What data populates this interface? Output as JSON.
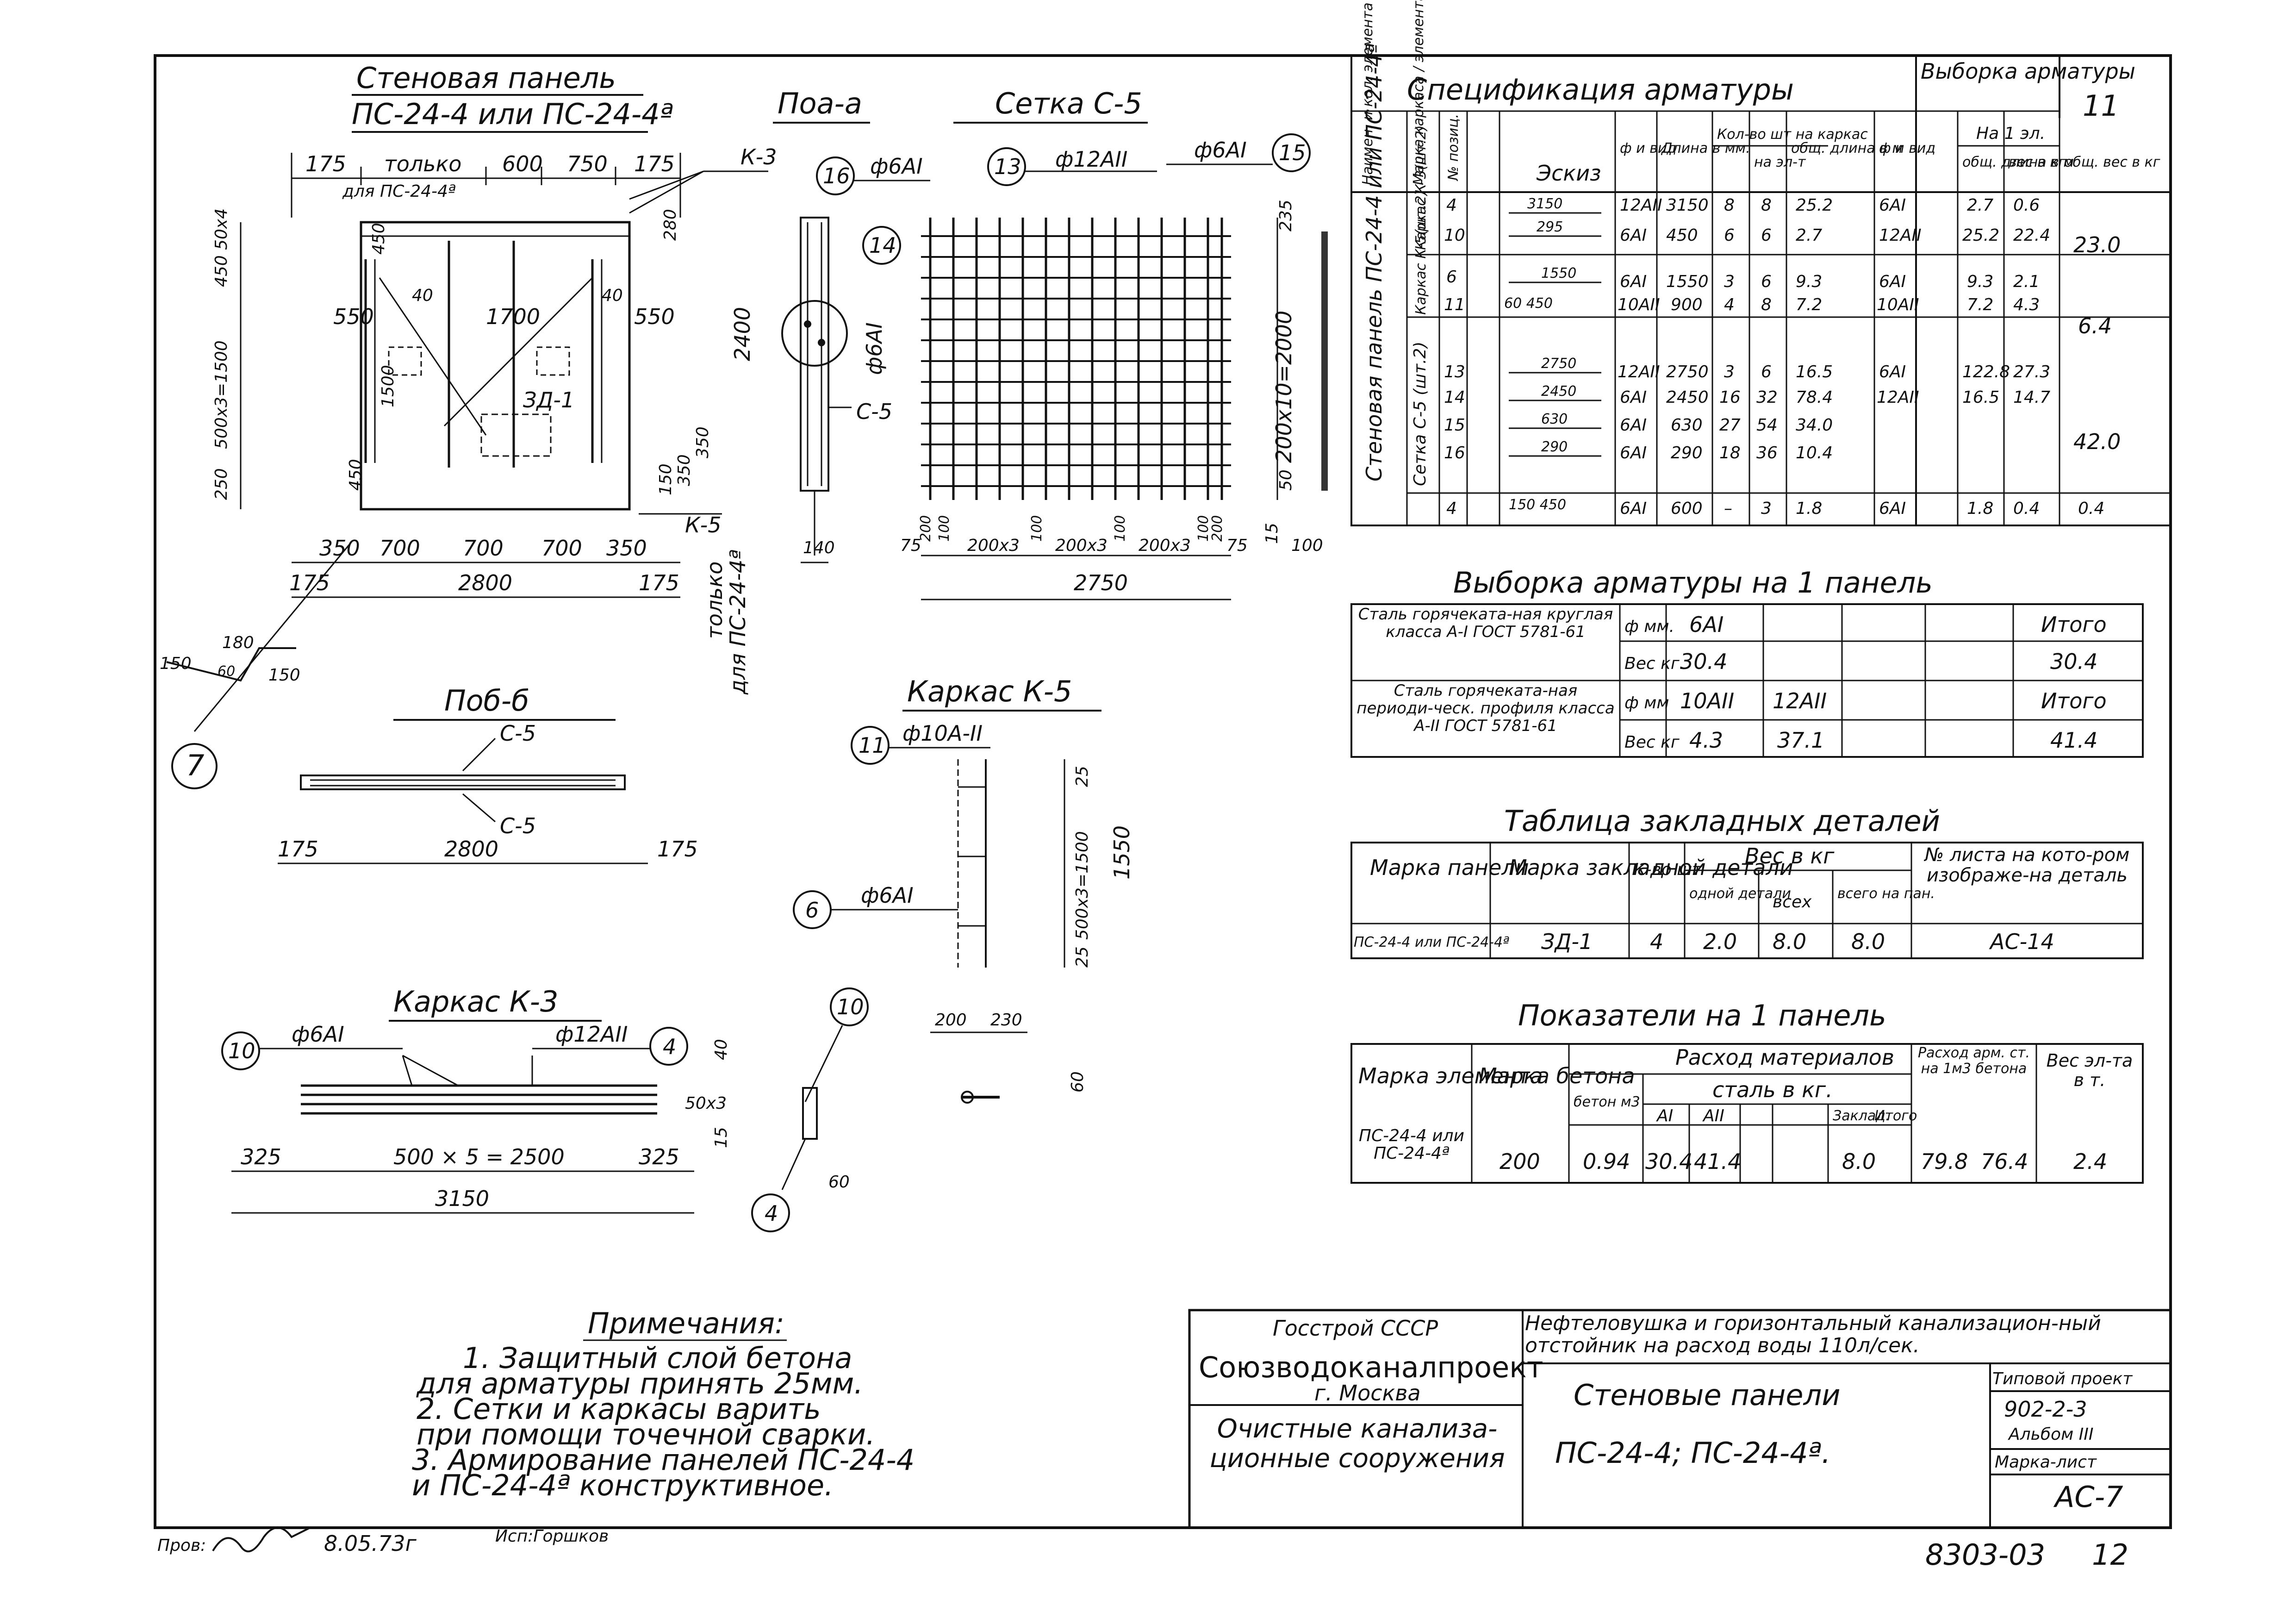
{
  "sheet": {
    "number_top": "11",
    "code_bottom": "8303-03",
    "page_bottom": "12",
    "signatures": [
      "Пров:",
      "8.05.73г",
      "Исп:Горшков"
    ]
  },
  "views": {
    "panel_title": "Стеновая панель",
    "panel_subtitle": "ПС-24-4 или ПС-24-4ª",
    "section_aa": "Поа-а",
    "mesh_title": "Сетка С-5",
    "section_bb": "Поб-б",
    "cage_k5": "Каркас К-5",
    "cage_k3": "Каркас К-3"
  },
  "panel_dims": {
    "top": [
      "175",
      "только",
      "600",
      "750",
      "175"
    ],
    "top_note": "для ПС-24-4ª",
    "inner": [
      "550",
      "1700",
      "550",
      "40",
      "40",
      "450",
      "450",
      "1500"
    ],
    "left": [
      "50x4",
      "450",
      "500x3=1500",
      "250"
    ],
    "bottom1": [
      "350",
      "700",
      "700",
      "700",
      "350"
    ],
    "bottom2": [
      "175",
      "2800",
      "175"
    ],
    "labels": [
      "К-3",
      "ЗД-1",
      "К-5",
      "280",
      "2400",
      "150",
      "350",
      "350",
      "только",
      "для ПС-24-4ª"
    ],
    "hook": [
      "150",
      "60",
      "180",
      "150"
    ],
    "marker": "7"
  },
  "mesh": {
    "markers": [
      "16",
      "13",
      "15",
      "14"
    ],
    "bars": [
      "ф6АI",
      "ф12АII",
      "ф6АI",
      "ф6АI"
    ],
    "right_dims": [
      "235",
      "200x10=2000",
      "50"
    ],
    "bottom_dims": [
      "75",
      "200",
      "100",
      "200x3",
      "100",
      "200x3",
      "100",
      "200x3",
      "100",
      "200",
      "75"
    ],
    "total": "2750",
    "side_dims": [
      "140",
      "15",
      "100"
    ],
    "label_c5": "С-5"
  },
  "section_b": {
    "labels": [
      "С-5",
      "С-5"
    ],
    "dims": [
      "175",
      "2800",
      "175"
    ]
  },
  "k5": {
    "markers": [
      "11",
      "6"
    ],
    "bars": [
      "ф10А-II",
      "ф6АI"
    ],
    "dims": [
      "25",
      "500x3=1500",
      "1550",
      "25",
      "200",
      "230",
      "60"
    ]
  },
  "k3": {
    "markers": [
      "10",
      "4",
      "10",
      "4"
    ],
    "bars": [
      "ф6АI",
      "ф12АII"
    ],
    "dims": [
      "325",
      "500 × 5 = 2500",
      "325",
      "3150",
      "40",
      "50x3",
      "15",
      "60"
    ]
  },
  "notes": {
    "title": "Примечания:",
    "lines": [
      "1. Защитный слой бетона",
      "для арматуры принять 25мм.",
      "2. Сетки и каркасы варить",
      "при помощи точечной сварки.",
      "3. Армирование панелей ПС-24-4",
      "и ПС-24-4ª конструктивное."
    ]
  },
  "spec": {
    "title": "Спецификация арматуры",
    "vyborka_header": "Выборка арматуры",
    "header": [
      "Наимен. и кол. элемента",
      "Марка каркаса / элемента",
      "№ позиц.",
      "Эскиз",
      "ф и вид",
      "Длина в мм.",
      "Кол-во шт на каркас",
      "на эл-т",
      "общ. длина в м",
      "ф и вид",
      "общ. длина в м",
      "вес в кг",
      "общ. вес в кг"
    ],
    "header_na1": "На 1 эл.",
    "group_left": "Стеновая панель ПС-24-4 или ПС-24-4ª",
    "groups": [
      "Каркас К-3(шт.2)",
      "Каркас К-5(шт.2)",
      "Сетка С-5 (шт.2)"
    ],
    "rows": [
      [
        "4",
        "3150",
        "12АII",
        "3150",
        "8",
        "8",
        "25.2",
        "6АI",
        "2.7",
        "0.6"
      ],
      [
        "10",
        "295",
        "6АI",
        "450",
        "6",
        "6",
        "2.7",
        "12АII",
        "25.2",
        "22.4"
      ],
      [
        "6",
        "1550",
        "6АI",
        "1550",
        "3",
        "6",
        "9.3",
        "6АI",
        "9.3",
        "2.1"
      ],
      [
        "11",
        "60 450",
        "10АII",
        "900",
        "4",
        "8",
        "7.2",
        "10АII",
        "7.2",
        "4.3"
      ],
      [
        "13",
        "2750",
        "12АII",
        "2750",
        "3",
        "6",
        "16.5",
        "6АI",
        "122.8",
        "27.3"
      ],
      [
        "14",
        "2450",
        "6АI",
        "2450",
        "16",
        "32",
        "78.4",
        "12АII",
        "16.5",
        "14.7"
      ],
      [
        "15",
        "630",
        "6АI",
        "630",
        "27",
        "54",
        "34.0",
        "",
        "",
        ""
      ],
      [
        "16",
        "290",
        "6АI",
        "290",
        "18",
        "36",
        "10.4",
        "",
        "",
        ""
      ],
      [
        "4",
        "150 450",
        "6АI",
        "600",
        "–",
        "3",
        "1.8",
        "6АI",
        "1.8",
        "0.4"
      ]
    ],
    "totals": [
      "23.0",
      "6.4",
      "42.0",
      "0.4"
    ]
  },
  "vyborka": {
    "title": "Выборка арматуры на 1 панель",
    "rows": [
      [
        "Сталь горячеката-ная круглая класса А-I ГОСТ 5781-61",
        "ф мм.",
        "6АI",
        "",
        "Итого"
      ],
      [
        "",
        "Вес кг.",
        "30.4",
        "",
        "30.4"
      ],
      [
        "Сталь горячеката-ная периоди-ческ. профиля класса А-II ГОСТ 5781-61",
        "ф мм",
        "10АII",
        "12АII",
        "Итого"
      ],
      [
        "",
        "Вес кг",
        "4.3",
        "37.1",
        "41.4"
      ]
    ]
  },
  "zakladnye": {
    "title": "Таблица закладных деталей",
    "header": [
      "Марка панели",
      "Марка закладной детали",
      "К-во шт",
      "Вес в кг",
      "одной детали",
      "всех",
      "всего на пан.",
      "№ листа на кото-ром изображе-на деталь"
    ],
    "row": [
      "ПС-24-4 или ПС-24-4ª",
      "ЗД-1",
      "4",
      "2.0",
      "8.0",
      "8.0",
      "АС-14"
    ]
  },
  "pokazateli": {
    "title": "Показатели на 1 панель",
    "header": [
      "Марка элемента",
      "Марка бетона",
      "Расход материалов",
      "бетон м3",
      "сталь в кг.",
      "АI",
      "АII",
      "Заклад.",
      "Итого",
      "Расход арм. ст. на 1м3 бетона",
      "Вес эл-та в т."
    ],
    "row": [
      "ПС-24-4 или ПС-24-4ª",
      "200",
      "0.94",
      "30.4",
      "41.4",
      "8.0",
      "79.8",
      "76.4",
      "2.4"
    ]
  },
  "stamp": {
    "org1": "Госстрой СССР",
    "org2": "Союзводоканалпроект",
    "city": "г. Москва",
    "section": "Очистные канализа-ционные сооружения",
    "object": "Нефтеловушка и горизонтальный канализацион-ный отстойник на расход воды 110л/сек.",
    "title1": "Стеновые панели",
    "title2": "ПС-24-4; ПС-24-4ª.",
    "tp_label": "Типовой проект",
    "tp": "902-2-3",
    "album": "Альбом III",
    "mark_label": "Марка-лист",
    "mark": "АС-7"
  }
}
